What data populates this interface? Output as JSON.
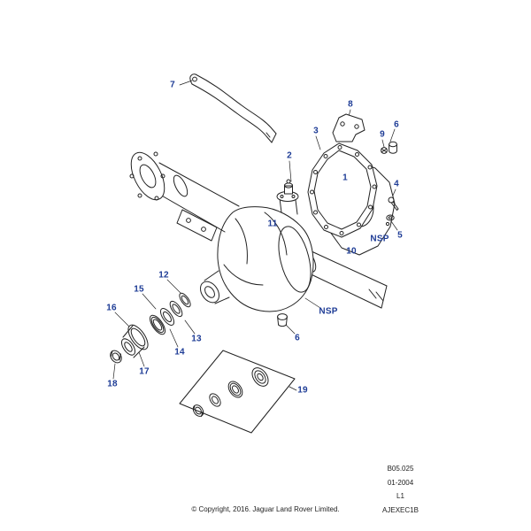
{
  "diagram": {
    "callouts": [
      {
        "label": "7"
      },
      {
        "label": "8"
      },
      {
        "label": "3"
      },
      {
        "label": "6"
      },
      {
        "label": "9"
      },
      {
        "label": "2"
      },
      {
        "label": "1"
      },
      {
        "label": "4"
      },
      {
        "label": "5"
      },
      {
        "label": "NSP"
      },
      {
        "label": "10"
      },
      {
        "label": "11"
      },
      {
        "label": "12"
      },
      {
        "label": "15"
      },
      {
        "label": "16"
      },
      {
        "label": "NSP"
      },
      {
        "label": "13"
      },
      {
        "label": "6"
      },
      {
        "label": "14"
      },
      {
        "label": "17"
      },
      {
        "label": "18"
      },
      {
        "label": "19"
      }
    ],
    "colors": {
      "callout_text": "#1e3c96",
      "line_art": "#222222",
      "background": "#ffffff"
    }
  },
  "footer": {
    "refs": [
      "B05.025",
      "01-2004",
      "L1",
      "AJEXEC1B"
    ],
    "copyright": "© Copyright, 2016. Jaguar Land Rover Limited."
  }
}
